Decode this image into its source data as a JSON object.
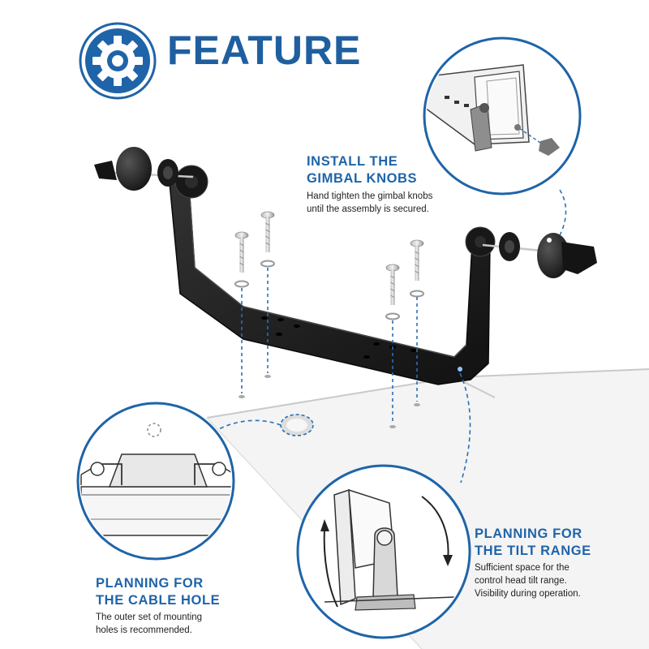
{
  "title": "FEATURE",
  "colors": {
    "accent": "#1f64a8",
    "title": "#1f5fa0",
    "bracket": "#1c1c1c",
    "body_text": "#222222"
  },
  "icons": {
    "title_icon": "gear-icon"
  },
  "callouts": {
    "gimbal": {
      "heading_line1": "INSTALL THE",
      "heading_line2": "GIMBAL KNOBS",
      "body_line1": "Hand tighten the gimbal knobs",
      "body_line2": "until the assembly is secured."
    },
    "tilt": {
      "heading_line1": "PLANNING FOR",
      "heading_line2": "THE TILT RANGE",
      "body_line1": "Sufficient space for the",
      "body_line2": "control head tilt range.",
      "body_line3": "Visibility during operation."
    },
    "cable": {
      "heading_line1": "PLANNING FOR",
      "heading_line2": "THE CABLE HOLE",
      "body_line1": "The outer set of mounting",
      "body_line2": "holes is recommended."
    }
  }
}
